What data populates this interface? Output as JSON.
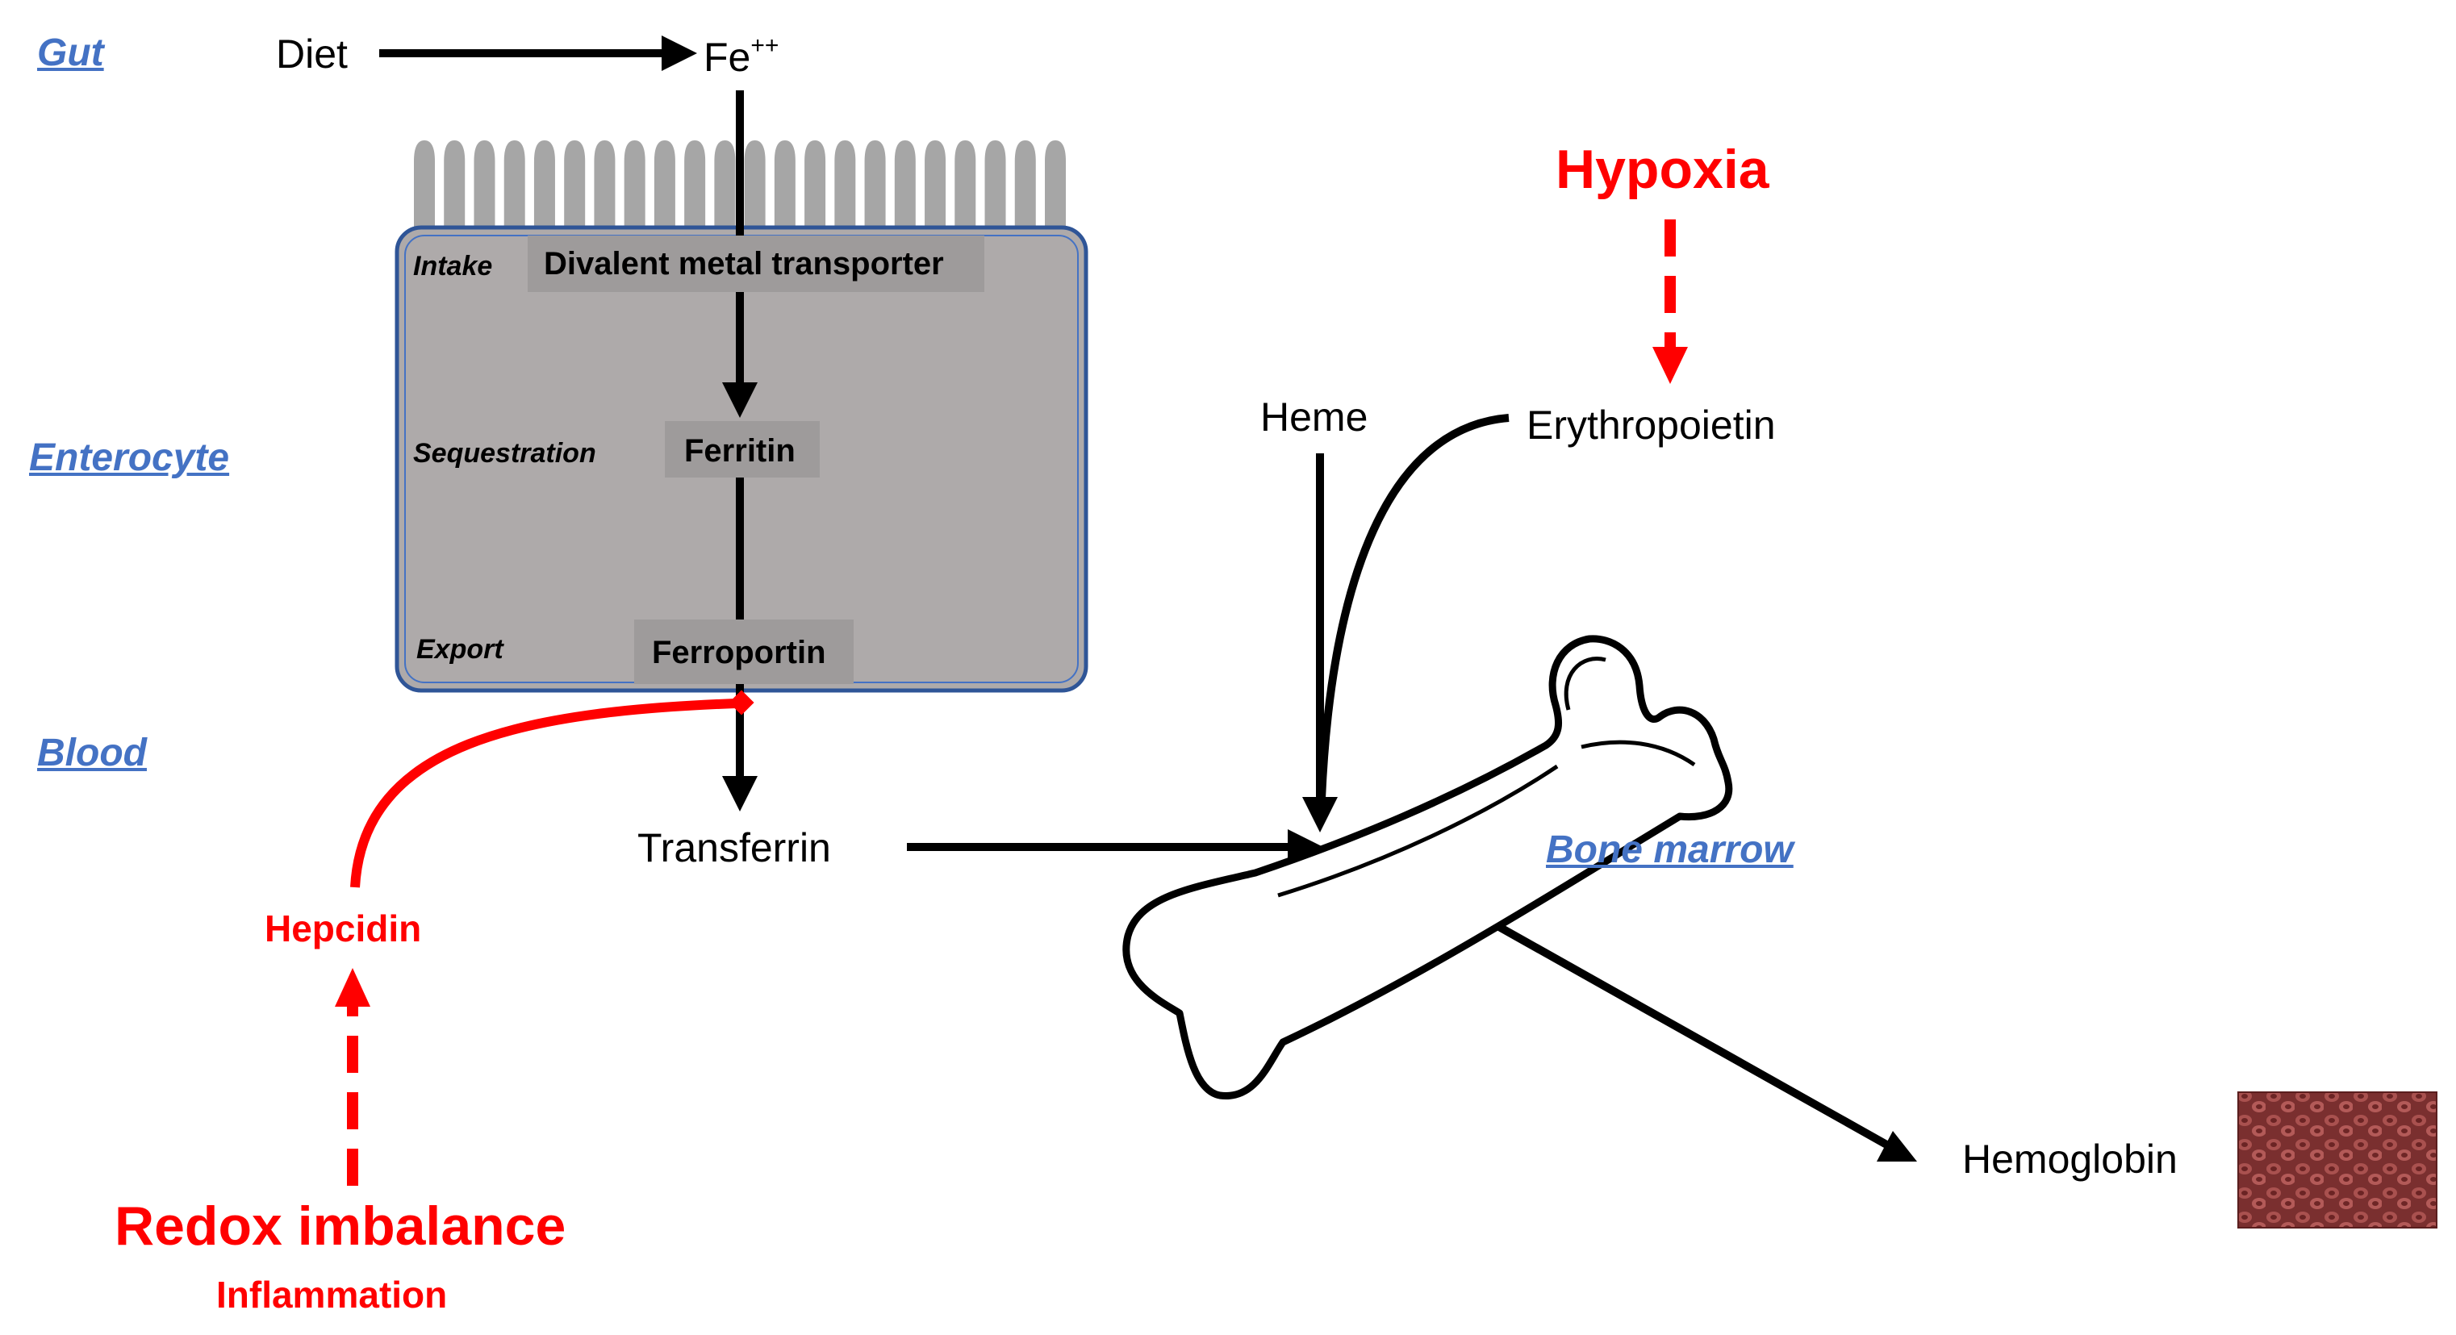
{
  "regions": {
    "gut": "Gut",
    "enterocyte": "Enterocyte",
    "blood": "Blood",
    "bone_marrow": "Bone marrow"
  },
  "nodes": {
    "diet": "Diet",
    "fe_base": "Fe",
    "fe_charge": "++",
    "dmt": "Divalent metal transporter",
    "ferritin": "Ferritin",
    "ferroportin": "Ferroportin",
    "transferrin": "Transferrin",
    "heme": "Heme",
    "erythropoietin": "Erythropoietin",
    "hemoglobin": "Hemoglobin"
  },
  "stages": {
    "intake": "Intake",
    "sequestration": "Sequestration",
    "export": "Export"
  },
  "regulators": {
    "hypoxia": "Hypoxia",
    "hepcidin": "Hepcidin",
    "redox": "Redox imbalance",
    "inflammation": "Inflammation"
  },
  "colors": {
    "region": "#4472c4",
    "regulator": "#ff0000",
    "cell_fill": "#aeaaaa",
    "cell_border": "#2f5597",
    "label_box": "#9e9b9b",
    "villi": "#a6a6a6",
    "rbc": "#8b3a3a"
  },
  "icons": {
    "bone": "bone-icon",
    "red_cells": "red-blood-cells-image"
  }
}
